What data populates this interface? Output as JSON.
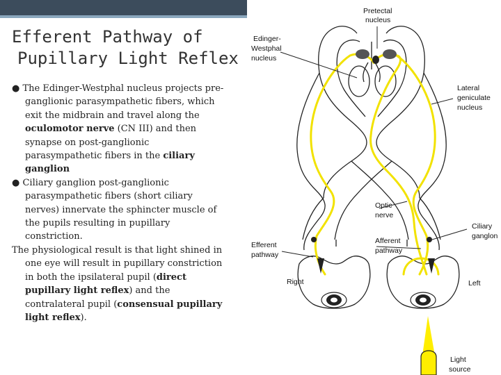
{
  "slide": {
    "title_line1": "Efferent Pathway of",
    "title_line2": "Pupillary Light Reflex",
    "p1": {
      "bullet": "●",
      "t1": " The Edinger-Westphal nucleus projects pre-ganglionic parasympathetic fibers, which exit the midbrain and travel along the ",
      "b1": "oculomotor nerve",
      "t2": " (CN III) and then synapse on post-ganglionic parasympathetic fibers in the ",
      "b2": "ciliary ganglion"
    },
    "p2": {
      "bullet": "●",
      "t1": " Ciliary ganglion post-ganglionic parasympathetic fibers (short ciliary nerves) innervate the sphincter muscle of the pupils resulting in pupillary constriction."
    },
    "p3": {
      "t1": "The physiological result is that light shined in one eye will result in pupillary constriction in both the ipsilateral pupil (",
      "b1": "direct pupillary light reflex",
      "t2": ") and the contralateral pupil (",
      "b2": "consensual pupillary light reflex",
      "t3": ")."
    }
  },
  "diagram": {
    "labels": {
      "pretectal_1": "Pretectal",
      "pretectal_2": "nucleus",
      "ew_1": "Edinger-",
      "ew_2": "Westphal",
      "ew_3": "nucleus",
      "lgn_1": "Lateral",
      "lgn_2": "geniculate",
      "lgn_3": "nucleus",
      "optic_1": "Optic",
      "optic_2": "nerve",
      "ciliary_1": "Ciliary",
      "ciliary_2": "ganglon",
      "efferent_1": "Efferent",
      "efferent_2": "pathway",
      "afferent_1": "Afferent",
      "afferent_2": "pathway",
      "right": "Right",
      "left": "Left",
      "light_1": "Light",
      "light_2": "source"
    },
    "colors": {
      "pathway": "#f2e200",
      "light_beam": "#ffee00",
      "outline": "#222222"
    }
  }
}
